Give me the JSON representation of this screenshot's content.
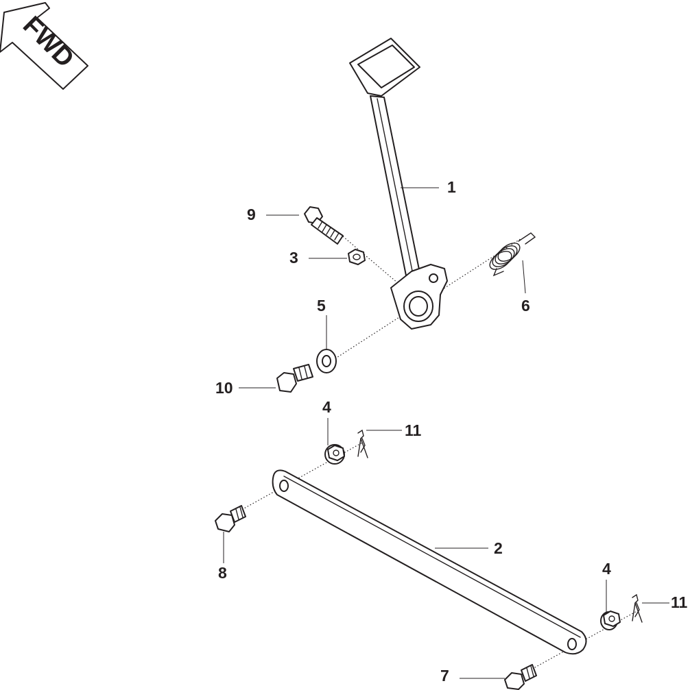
{
  "fwd_badge": {
    "label": "FWD"
  },
  "callouts": [
    {
      "id": "callout-1",
      "text": "1"
    },
    {
      "id": "callout-2",
      "text": "2"
    },
    {
      "id": "callout-3",
      "text": "3"
    },
    {
      "id": "callout-4a",
      "text": "4"
    },
    {
      "id": "callout-4b",
      "text": "4"
    },
    {
      "id": "callout-5",
      "text": "5"
    },
    {
      "id": "callout-6",
      "text": "6"
    },
    {
      "id": "callout-7",
      "text": "7"
    },
    {
      "id": "callout-8",
      "text": "8"
    },
    {
      "id": "callout-9",
      "text": "9"
    },
    {
      "id": "callout-10",
      "text": "10"
    },
    {
      "id": "callout-11a",
      "text": "11"
    },
    {
      "id": "callout-11b",
      "text": "11"
    }
  ],
  "colors": {
    "line": "#231f20",
    "background": "#ffffff"
  }
}
